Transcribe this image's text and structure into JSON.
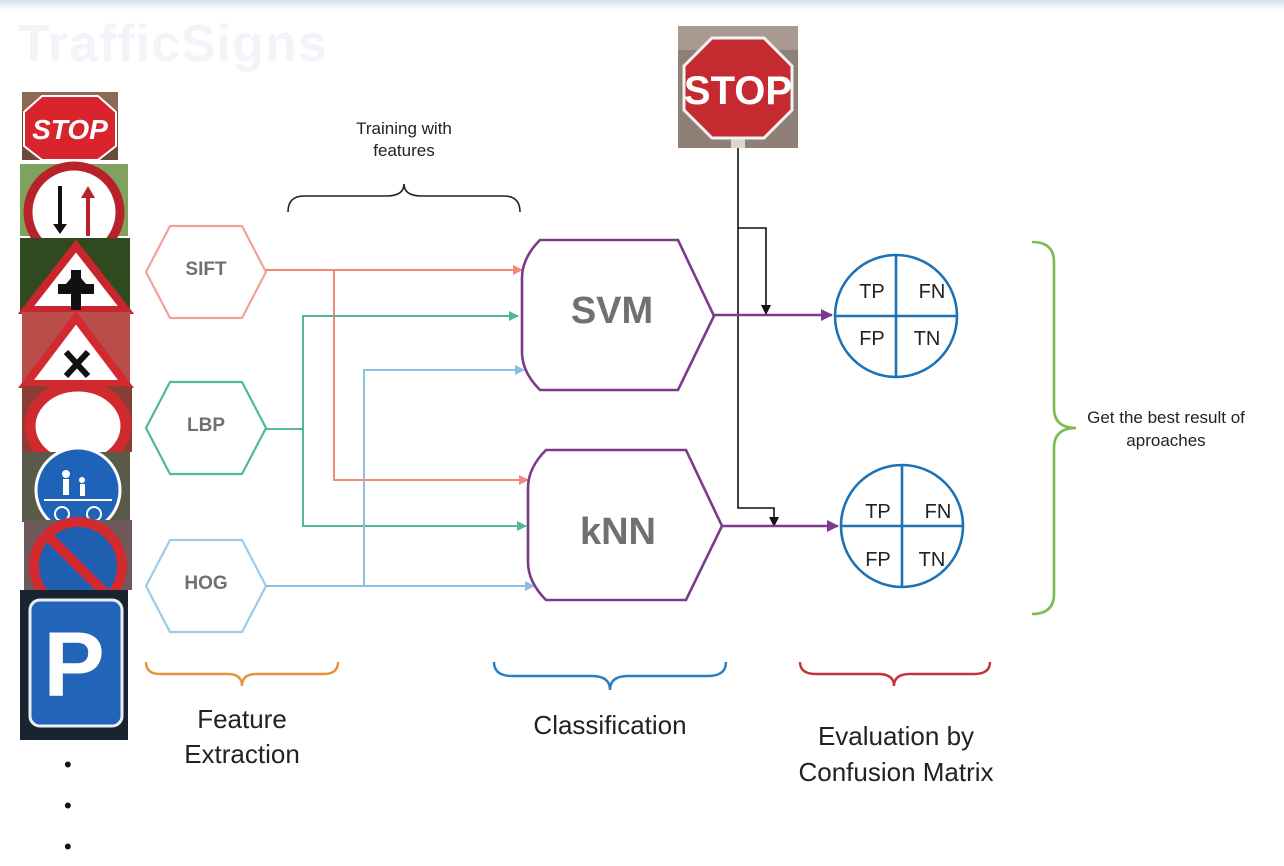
{
  "header": {
    "faint_title": "TrafficSigns"
  },
  "input_signs": [
    {
      "name": "stop",
      "text": "STOP"
    },
    {
      "name": "priority-oncoming",
      "text": ""
    },
    {
      "name": "warning-priority-road",
      "text": ""
    },
    {
      "name": "warning-crossroads",
      "text": ""
    },
    {
      "name": "no-vehicles",
      "text": ""
    },
    {
      "name": "pedestrian-bicycle",
      "text": ""
    },
    {
      "name": "no-parking",
      "text": ""
    },
    {
      "name": "parking",
      "text": "P"
    }
  ],
  "ellipsis": [
    "•",
    "•",
    "•"
  ],
  "test_sign": {
    "text": "STOP"
  },
  "training_note": "Training with features",
  "features": {
    "sift": "SIFT",
    "lbp": "LBP",
    "hog": "HOG"
  },
  "classifiers": {
    "svm": "SVM",
    "knn": "kNN"
  },
  "confusion": {
    "tp": "TP",
    "fn": "FN",
    "fp": "FP",
    "tn": "TN"
  },
  "best_result": "Get the best result of aproaches",
  "sections": {
    "feature_extraction": "Feature Extraction",
    "classification": "Classification",
    "evaluation": "Evaluation by Confusion Matrix"
  },
  "colors": {
    "sift": "#f4897a",
    "lbp": "#52b79b",
    "hog": "#89bfe3",
    "classifier": "#7b3a8c",
    "matrix": "#1c72b5",
    "brace_feature": "#e8923b",
    "brace_class": "#2a7ec2",
    "brace_eval": "#c4323d",
    "brace_best": "#7dbb4f"
  }
}
